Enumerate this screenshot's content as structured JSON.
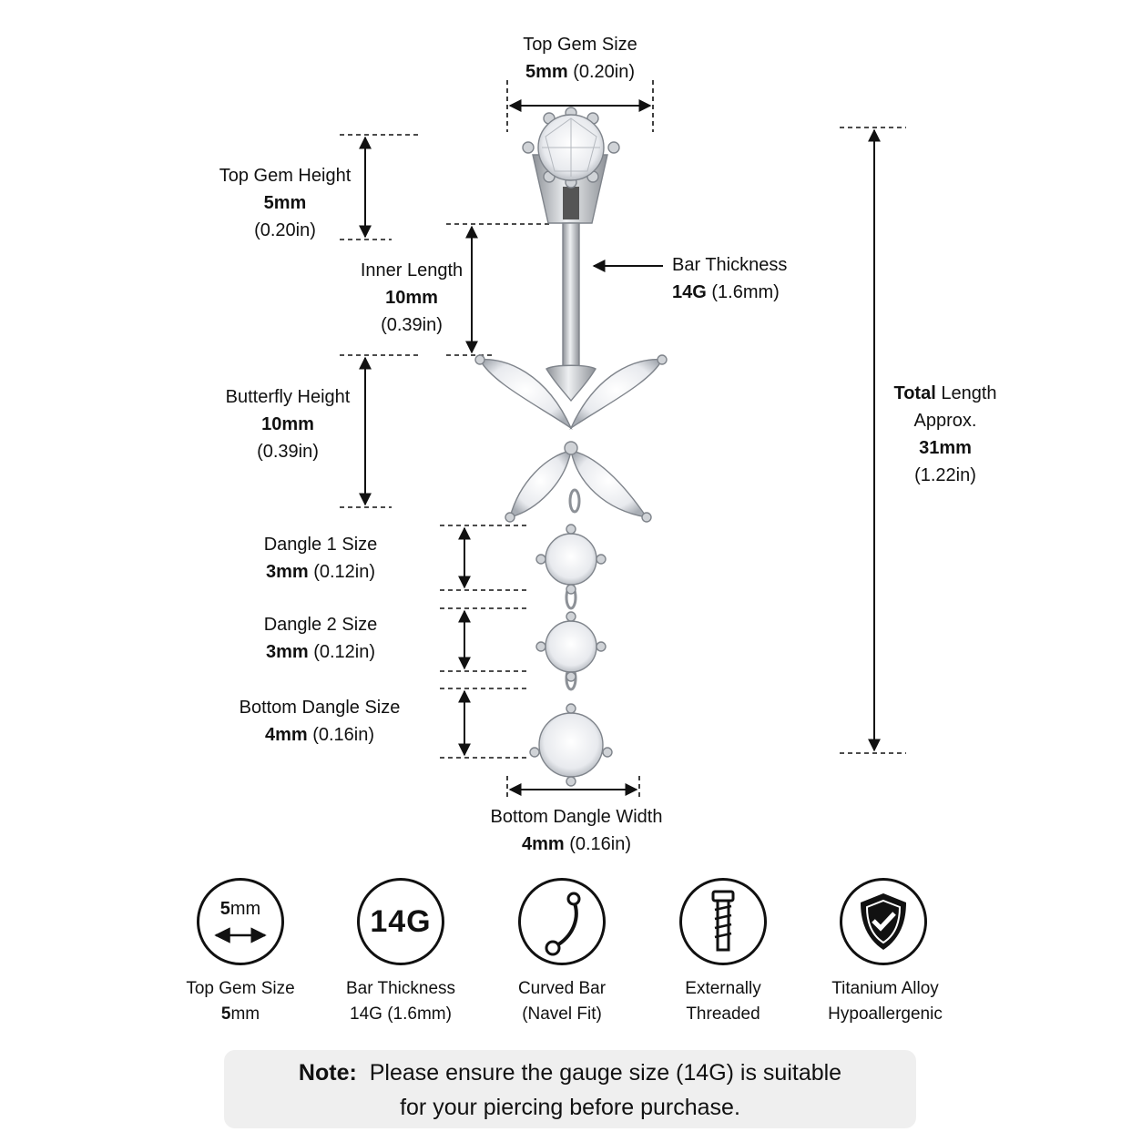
{
  "top_gem": {
    "title": "Top Gem Size",
    "value": "5mm",
    "alt": "(0.20in)"
  },
  "top_gem_height": {
    "title": "Top Gem Height",
    "value": "5mm",
    "alt": "(0.20in)"
  },
  "inner_length": {
    "title": "Inner Length",
    "value": "10mm",
    "alt": "(0.39in)"
  },
  "bar_thickness": {
    "title": "Bar Thickness",
    "value": "14G",
    "alt": "(1.6mm)"
  },
  "butterfly_height": {
    "title": "Butterfly Height",
    "value": "10mm",
    "alt": "(0.39in)"
  },
  "total_length": {
    "title_bold": "Total",
    "title_rest": "Length",
    "line2": "Approx.",
    "value": "31mm",
    "alt": "(1.22in)"
  },
  "dangle1": {
    "title": "Dangle 1 Size",
    "value": "3mm",
    "alt": "(0.12in)"
  },
  "dangle2": {
    "title": "Dangle 2 Size",
    "value": "3mm",
    "alt": "(0.12in)"
  },
  "bottom_dangle": {
    "title": "Bottom Dangle Size",
    "value": "4mm",
    "alt": "(0.16in)"
  },
  "bottom_width": {
    "title": "Bottom Dangle Width",
    "value": "4mm",
    "alt": "(0.16in)"
  },
  "features": [
    {
      "icon": "gem-size-icon",
      "icon_num": "5",
      "icon_unit": "mm",
      "line1": "Top Gem Size",
      "line2_bold": "5",
      "line2": "mm"
    },
    {
      "icon": "gauge-icon",
      "icon_text": "14G",
      "line1": "Bar Thickness",
      "line2": "14G (1.6mm)"
    },
    {
      "icon": "curved-bar-icon",
      "line1": "Curved Bar",
      "line2": "(Navel Fit)"
    },
    {
      "icon": "screw-icon",
      "line1": "Externally",
      "line2": "Threaded"
    },
    {
      "icon": "shield-check-icon",
      "line1": "Titanium Alloy",
      "line2": "Hypoallergenic"
    }
  ],
  "note": {
    "label": "Note:",
    "line1": "Please ensure the gauge size (14G) is suitable",
    "line2": "for your piercing before purchase."
  },
  "colors": {
    "text": "#111111",
    "note_bg": "#efefef",
    "metal": "#b9bcc0",
    "gem_edge": "#8a8f96"
  }
}
